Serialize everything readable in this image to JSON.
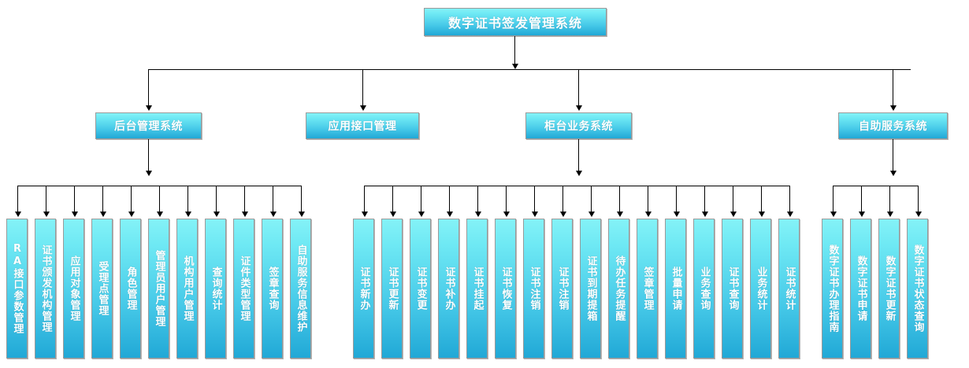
{
  "diagram": {
    "title": "数字证书签发管理系统",
    "type": "organization-tree",
    "root": {
      "label": "数字证书签发管理系统"
    },
    "branches": [
      {
        "id": "backend",
        "label": "后台管理系统",
        "children": [
          "RA接口参数管理",
          "证书颁发机构管理",
          "应用对象管理",
          "受理点管理",
          "角色管理",
          "管理员用户管理",
          "机构用户管理",
          "查询统计",
          "证件类型管理",
          "签章查询",
          "自助服务信息维护"
        ]
      },
      {
        "id": "api",
        "label": "应用接口管理",
        "children": []
      },
      {
        "id": "counter",
        "label": "柜台业务系统",
        "children": [
          "证书新办",
          "证书更新",
          "证书变更",
          "证书补办",
          "证书挂起",
          "证书恢复",
          "证书注销",
          "证书注销",
          "证书到期提箱",
          "待办任务提醒",
          "签章管理",
          "批量申请",
          "业务查询",
          "证书查询",
          "业务统计",
          "证书统计"
        ]
      },
      {
        "id": "selfservice",
        "label": "自助服务系统",
        "children": [
          "数字证书办理指南",
          "数字证书申请",
          "数字证书更新",
          "数字证书状态查询"
        ]
      }
    ],
    "colors": {
      "node_top": "#84f2f7",
      "node_bottom": "#21a8d6",
      "node_border": "#9a9a9a",
      "node_text": "#ffffff",
      "connector": "#000000",
      "background": "#ffffff"
    }
  }
}
